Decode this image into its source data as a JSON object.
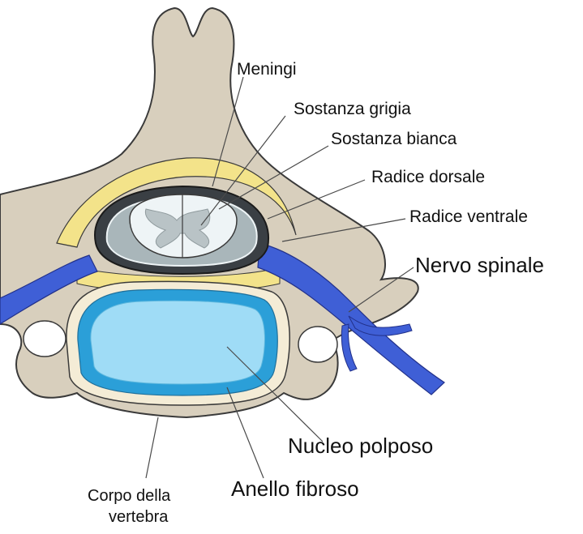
{
  "diagram": {
    "labels": {
      "meningi": "Meningi",
      "sostanza_grigia": "Sostanza grigia",
      "sostanza_bianca": "Sostanza bianca",
      "radice_dorsale": "Radice dorsale",
      "radice_ventrale": "Radice ventrale",
      "nervo_spinale": "Nervo spinale",
      "nucleo_polposo": "Nucleo polposo",
      "anello_fibroso": "Anello fibroso",
      "corpo_della_vertebra_line1": "Corpo della",
      "corpo_della_vertebra_line2": "vertebra"
    },
    "colors": {
      "bone": "#d8cfbd",
      "bone_outline": "#3a3a3a",
      "fat_yellow": "#f3e38a",
      "nerve_blue": "#3f5fd6",
      "cord_white": "#eef4f6",
      "cord_gray": "#b9c3c6",
      "csf_dark": "#3a3f44",
      "disc_outer": "#2b9fd8",
      "disc_inner": "#9fdcf6",
      "annulus_ring": "#f4ecd6"
    }
  }
}
